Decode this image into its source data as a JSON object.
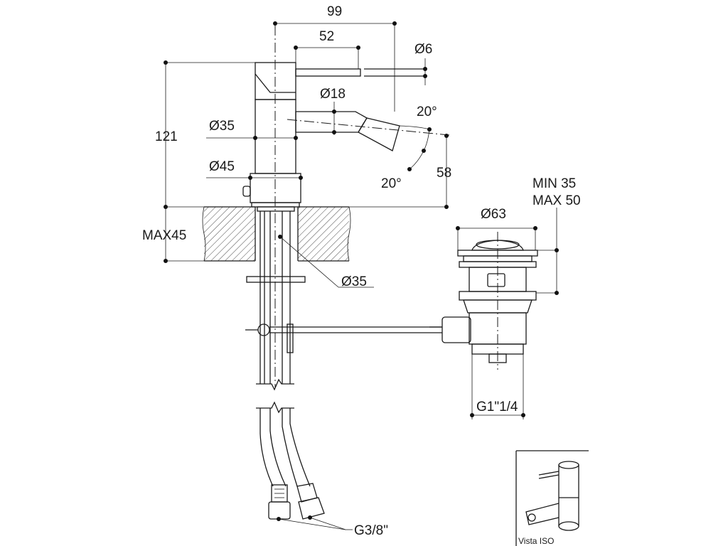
{
  "labels": {
    "width_99": "99",
    "width_52": "52",
    "dia_6": "Ø6",
    "dia_18": "Ø18",
    "dia_35_body": "Ø35",
    "dia_45": "Ø45",
    "height_121": "121",
    "angle_top": "20°",
    "angle_bottom": "20°",
    "height_58": "58",
    "max45": "MAX45",
    "dia_35_hole": "Ø35",
    "min_35": "MIN 35",
    "max_50": "MAX 50",
    "dia_63": "Ø63",
    "thread_g114": "G1\"1/4",
    "thread_g38": "G3/8\"",
    "iso_caption": "Vista ISO"
  },
  "colors": {
    "ink": "#1a1a1a",
    "paper": "#ffffff"
  }
}
